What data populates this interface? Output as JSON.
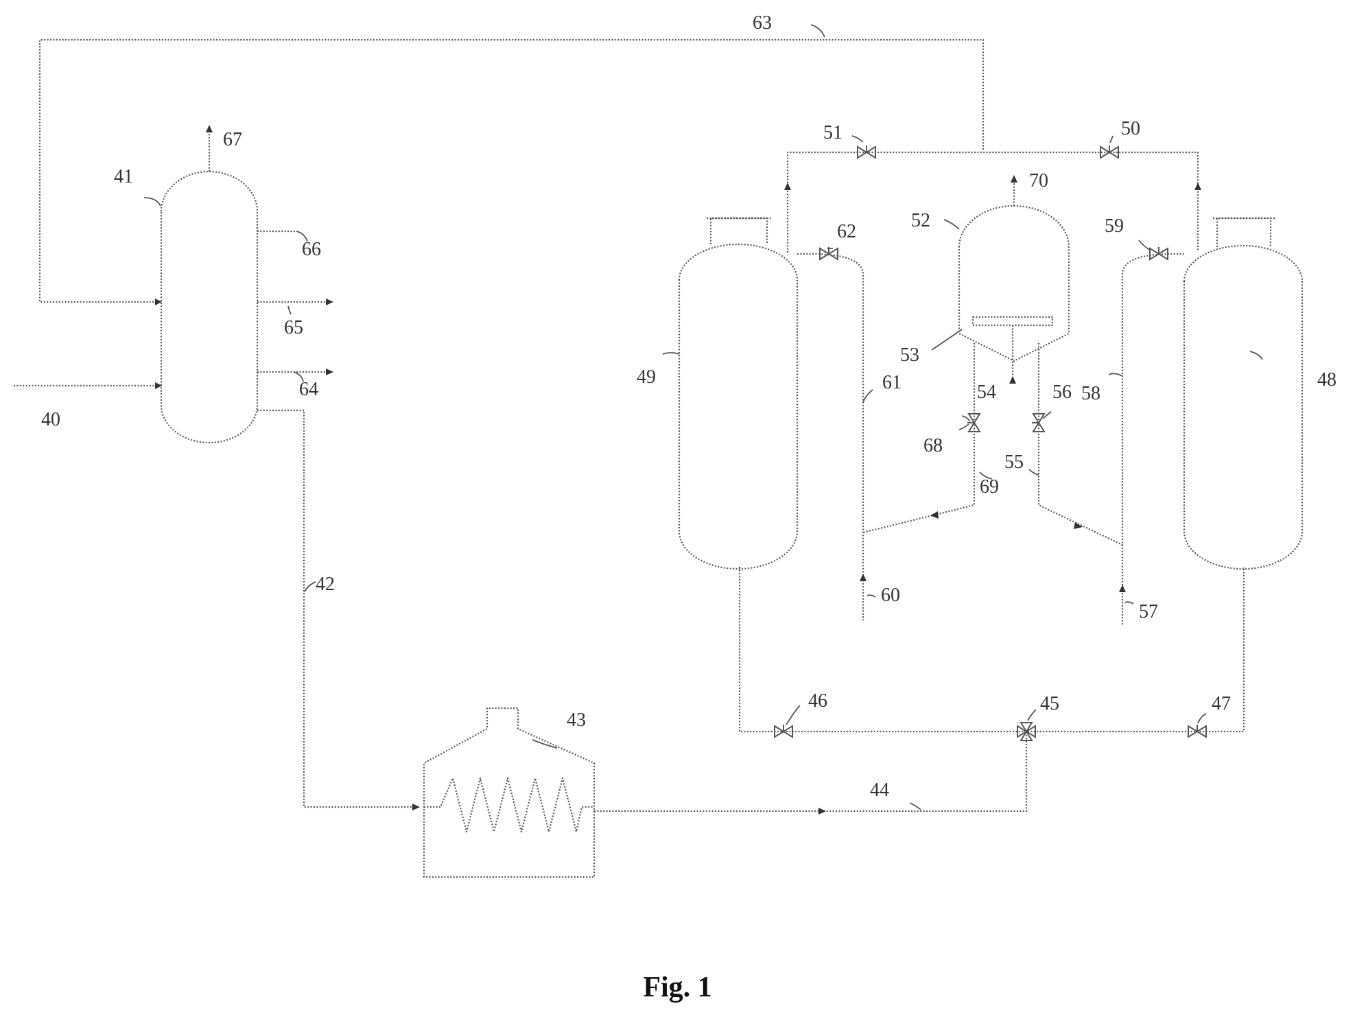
{
  "figure": {
    "caption": "Fig. 1",
    "labels": {
      "l40": "40",
      "l41": "41",
      "l42": "42",
      "l43": "43",
      "l44": "44",
      "l45": "45",
      "l46": "46",
      "l47": "47",
      "l48": "48",
      "l49": "49",
      "l50": "50",
      "l51": "51",
      "l52": "52",
      "l53": "53",
      "l54": "54",
      "l55": "55",
      "l56": "56",
      "l57": "57",
      "l58": "58",
      "l59": "59",
      "l60": "60",
      "l61": "61",
      "l62": "62",
      "l63": "63",
      "l64": "64",
      "l65": "65",
      "l66": "66",
      "l67": "67",
      "l68": "68",
      "l69": "69",
      "l70": "70"
    }
  }
}
